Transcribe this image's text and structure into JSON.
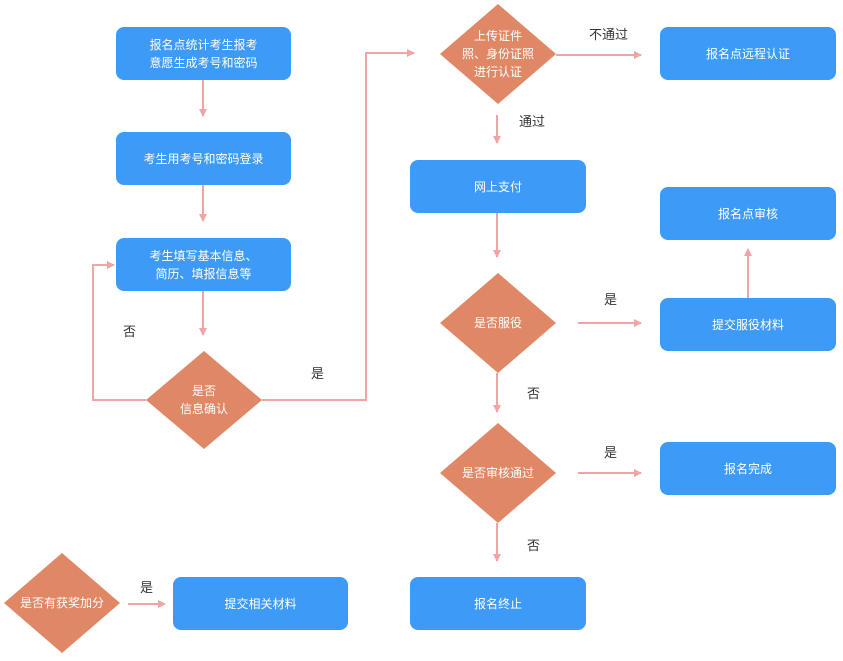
{
  "colors": {
    "box": "#3d9bf7",
    "diamond": "#e08766",
    "arrow": "#efa5a5",
    "text": "#ffffff",
    "label": "#333333"
  },
  "nodes": {
    "generate_credentials": "报名点统计考生报考\n意愿生成考号和密码",
    "login": "考生用考号和密码登录",
    "fill_info": "考生填写基本信息、\n简历、填报信息等",
    "confirm_info": "是否\n信息确认",
    "upload_id": "上传证件\n照、身份证照\n进行认证",
    "remote_auth": "报名点远程认证",
    "online_pay": "网上支付",
    "military_service": "是否服役",
    "submit_service_docs": "提交服役材料",
    "site_review": "报名点审核",
    "review_passed": "是否审核通过",
    "registration_complete": "报名完成",
    "registration_end": "报名终止",
    "bonus_points": "是否有获奖加分",
    "submit_related_docs": "提交相关材料"
  },
  "edge_labels": {
    "confirm_no": "否",
    "confirm_yes": "是",
    "upload_fail": "不通过",
    "upload_pass": "通过",
    "service_yes": "是",
    "service_no": "否",
    "review_yes": "是",
    "review_no": "否",
    "bonus_yes": "是"
  }
}
